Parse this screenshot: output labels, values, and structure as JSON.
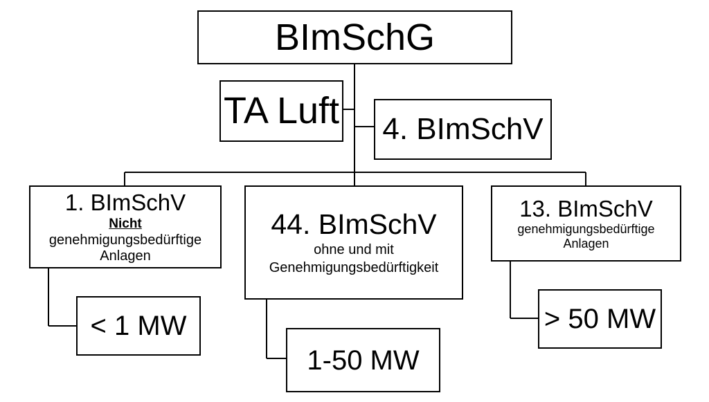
{
  "root": {
    "label": "BImSchG"
  },
  "ta_luft": {
    "label": "TA Luft"
  },
  "fourth": {
    "label": "4. BImSchV"
  },
  "first": {
    "title": "1. BImSchV",
    "emph": "Nicht",
    "sub": "genehmigungsbedürftige Anlagen",
    "range": "< 1 MW"
  },
  "fortyfourth": {
    "title": "44. BImSchV",
    "sub1": "ohne und mit",
    "sub2": "Genehmigungsbedürftigkeit",
    "range": "1-50 MW"
  },
  "thirteenth": {
    "title": "13. BImSchV",
    "sub1": "genehmigungsbedürftige",
    "sub2": "Anlagen",
    "range": "> 50 MW"
  }
}
